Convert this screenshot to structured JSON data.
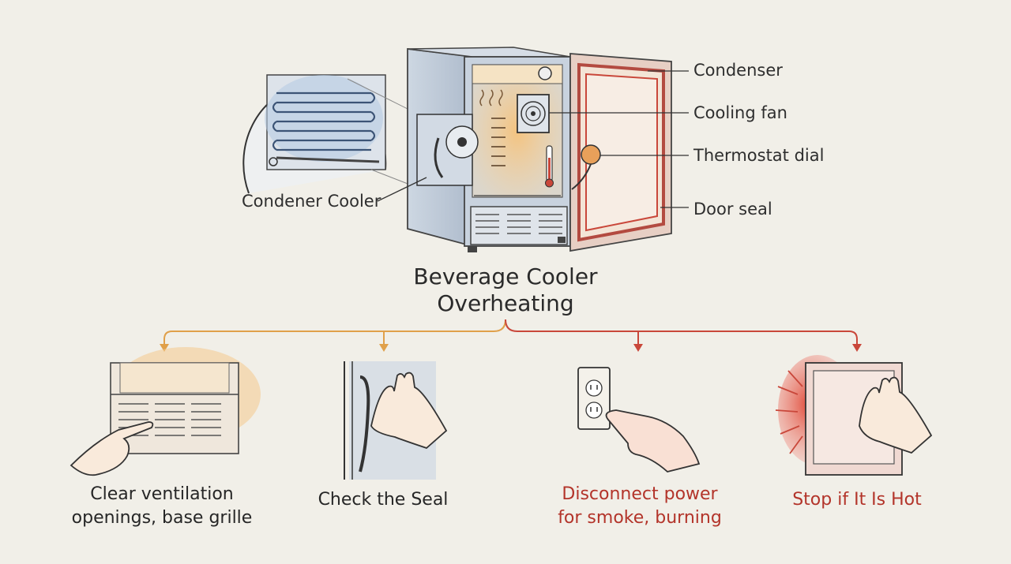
{
  "diagram": {
    "title_line1": "Beverage Cooler",
    "title_line2": "Overheating",
    "callouts": {
      "condenser": "Condenser",
      "cooling_fan": "Cooling fan",
      "thermostat_dial": "Thermostat dial",
      "door_seal": "Door seal",
      "condenser_cooler": "Condener Cooler"
    },
    "steps": [
      {
        "line1": "Clear ventilation",
        "line2": "openings, base grille"
      },
      {
        "line1": "Check the Seal",
        "line2": ""
      },
      {
        "line1": "Disconnect power",
        "line2": "for smoke, burning"
      },
      {
        "line1": "Stop if It Is Hot",
        "line2": ""
      }
    ],
    "colors": {
      "safe_branch": "#e0a04a",
      "warning_branch": "#c9473a",
      "warning_text": "#b3342a",
      "cool_tint": "#b9c8da",
      "heat_tint": "#f2b96a"
    }
  }
}
